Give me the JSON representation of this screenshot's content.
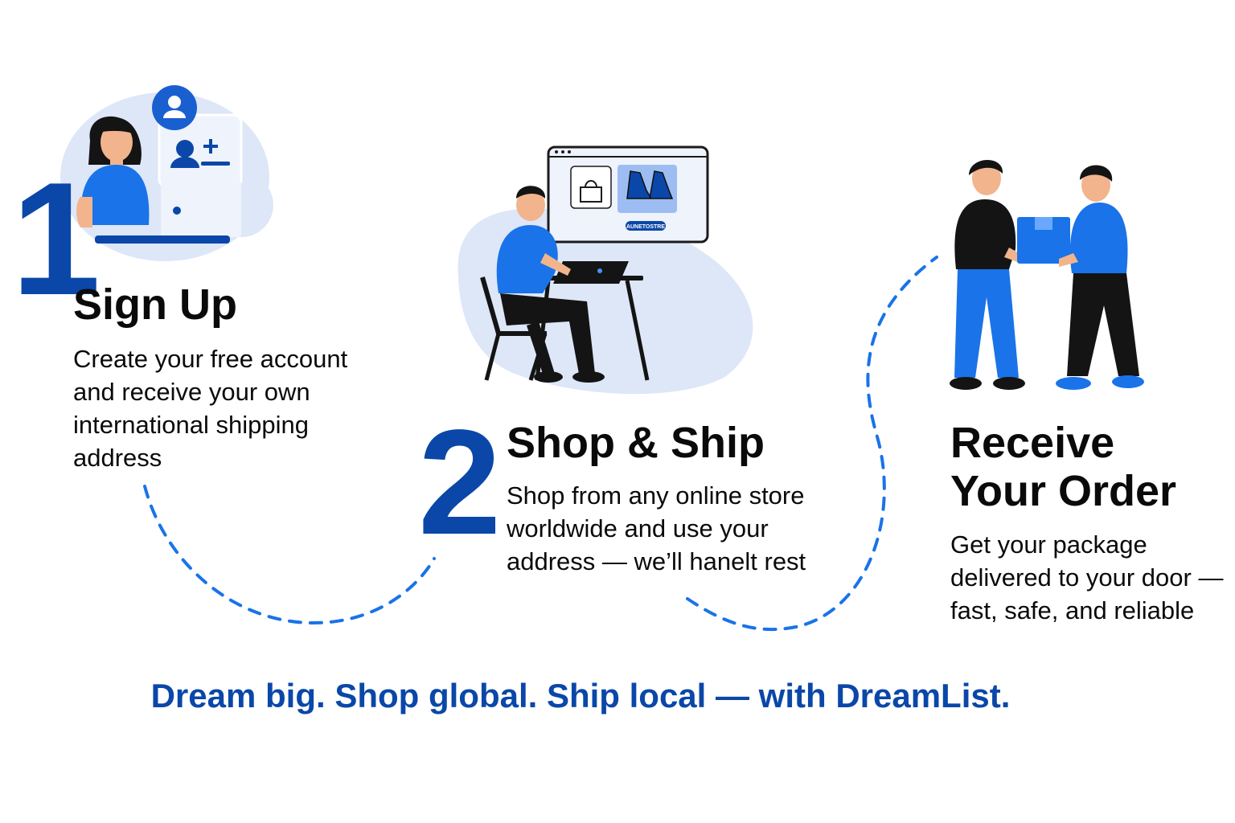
{
  "steps": [
    {
      "number": "1",
      "title": "Sign Up",
      "description": "Create your free account and receive your own international shipping address"
    },
    {
      "number": "2",
      "title": "Shop & Ship",
      "description": "Shop from any online store worldwide and use your address — we’ll hanelt rest"
    },
    {
      "title_line1": "Receive",
      "title_line2": "Your Order",
      "description": "Get your package delivered to your door — fast, safe, and reliable"
    }
  ],
  "illustration_text": {
    "store_button": "AUNETOSTRE"
  },
  "tagline": "Dream big. Shop global. Ship local — with DreamList.",
  "colors": {
    "brand_blue": "#0a47a8",
    "accent_blue": "#1a73e8",
    "light_blue": "#dde7f8",
    "text": "#0a0a0a"
  }
}
